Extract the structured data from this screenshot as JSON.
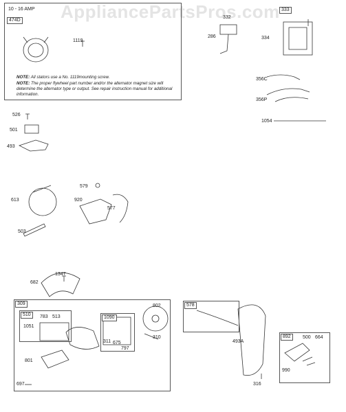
{
  "watermark": "AppliancePartsPros.com",
  "header": {
    "amp": "10 - 16 AMP"
  },
  "note": {
    "line1_label": "NOTE:",
    "line1_text": "All stators use a No. 1119mounting screw.",
    "line2_label": "NOTE:",
    "line2_text": "The proper flywheel part number and/or the alternator magnet size will determine the alternator type or output. See repair instruction manual for additional information."
  },
  "labels": {
    "p474D": "474D",
    "p1119": "1119",
    "p333": "333",
    "p286": "286",
    "p332": "332",
    "p334": "334",
    "p356C": "356C",
    "p356P": "356P",
    "p1054": "1054",
    "p526": "526",
    "p501": "501",
    "p493": "493",
    "p613": "613",
    "p579": "579",
    "p920": "920",
    "p577": "577",
    "p503": "503",
    "p682": "682",
    "p1347": "1347",
    "p309": "309",
    "p510": "510",
    "p783": "783",
    "p513": "513",
    "p1051": "1051",
    "p801": "801",
    "p1090": "1090",
    "p802": "802",
    "p311": "311",
    "p675": "675",
    "p797": "797",
    "p310": "310",
    "p697": "697",
    "p578": "578",
    "p493A": "493A",
    "p316": "316",
    "p892": "892",
    "p500": "500",
    "p664": "664",
    "p990": "990"
  }
}
